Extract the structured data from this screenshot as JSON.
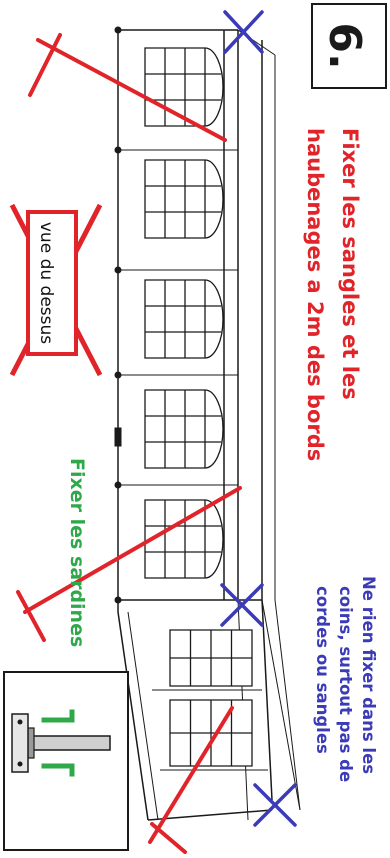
{
  "step_number": "6.",
  "labels": {
    "top_view": "vue du dessus",
    "straps_line1": "Fixer les sangles et les",
    "straps_line2": "haubenages a 2m des bords",
    "pegs": "Fixer les sardines",
    "corners_line1": "Ne rien fixer dans les",
    "corners_line2": "coins, surtout pas de",
    "corners_line3": "cordes ou sangles"
  },
  "colors": {
    "red": "#e0242a",
    "blue": "#3b3bb8",
    "green": "#2fa84a",
    "line": "#1a1a1a"
  }
}
